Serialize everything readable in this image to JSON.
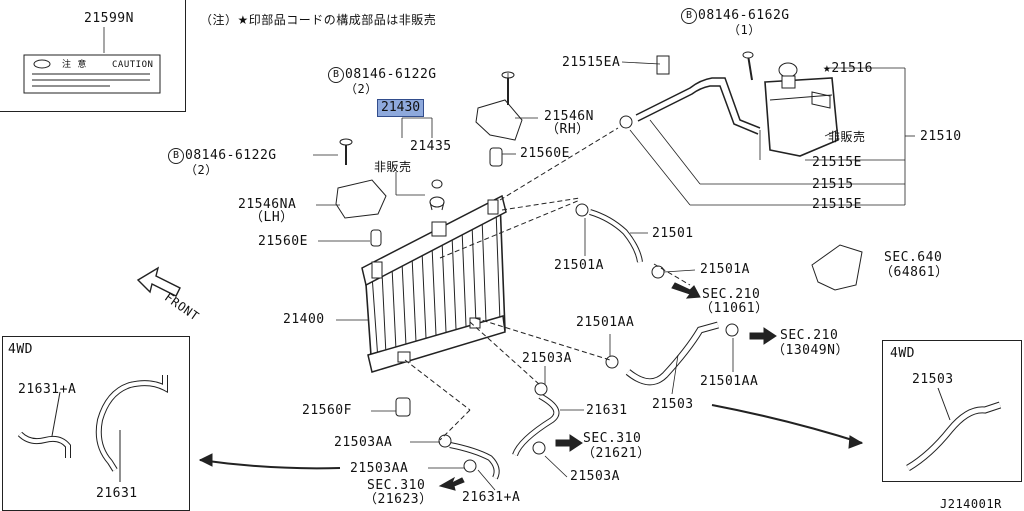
{
  "note": "（注）★印部品コードの構成部品は非販売",
  "caution_label": {
    "part": "21599N",
    "jp_text": "注 意",
    "en_text": "CAUTION"
  },
  "bolt_icon": "B",
  "labels": {
    "bolt_6162": "08146-6162G",
    "bolt_6162_qty": "（1）",
    "bolt_6122_top": "08146-6122G",
    "bolt_6122_top_qty": "（2）",
    "bolt_6122_left": "08146-6122G",
    "bolt_6122_left_qty": "（2）",
    "p21515EA": "21515EA",
    "p21516": "★21516",
    "p21546N": "21546N",
    "p21546N_sub": "（RH）",
    "p21430": "21430",
    "p21435": "21435",
    "hanbai1": "非販売",
    "hanbai2": "非販売",
    "p21510": "21510",
    "p21560E_r": "21560E",
    "p21515E_1": "21515E",
    "p21515": "21515",
    "p21515E_2": "21515E",
    "p21546NA": "21546NA",
    "p21546NA_sub": "（LH）",
    "p21560E_l": "21560E",
    "p21501": "21501",
    "p21501A_1": "21501A",
    "p21501A_2": "21501A",
    "sec640": "SEC.640",
    "sec640_sub": "（64861）",
    "sec210a": "SEC.210",
    "sec210a_sub": "（11061）",
    "front": "FRONT",
    "p21400": "21400",
    "p21501AA_1": "21501AA",
    "sec210b": "SEC.210",
    "sec210b_sub": "（13049N）",
    "p21503A_1": "21503A",
    "p21501AA_2": "21501AA",
    "p21560F": "21560F",
    "p21631": "21631",
    "p21503": "21503",
    "p21503AA_1": "21503AA",
    "sec310a": "SEC.310",
    "sec310a_sub": "（21621）",
    "p21503AA_2": "21503AA",
    "p21503A_2": "21503A",
    "sec310b": "SEC.310",
    "sec310b_sub": "（21623）",
    "p21631A": "21631+A",
    "code": "J214001R"
  },
  "inset_left": {
    "title": "4WD",
    "p1": "21631+A",
    "p2": "21631"
  },
  "inset_right": {
    "title": "4WD",
    "p1": "21503"
  }
}
